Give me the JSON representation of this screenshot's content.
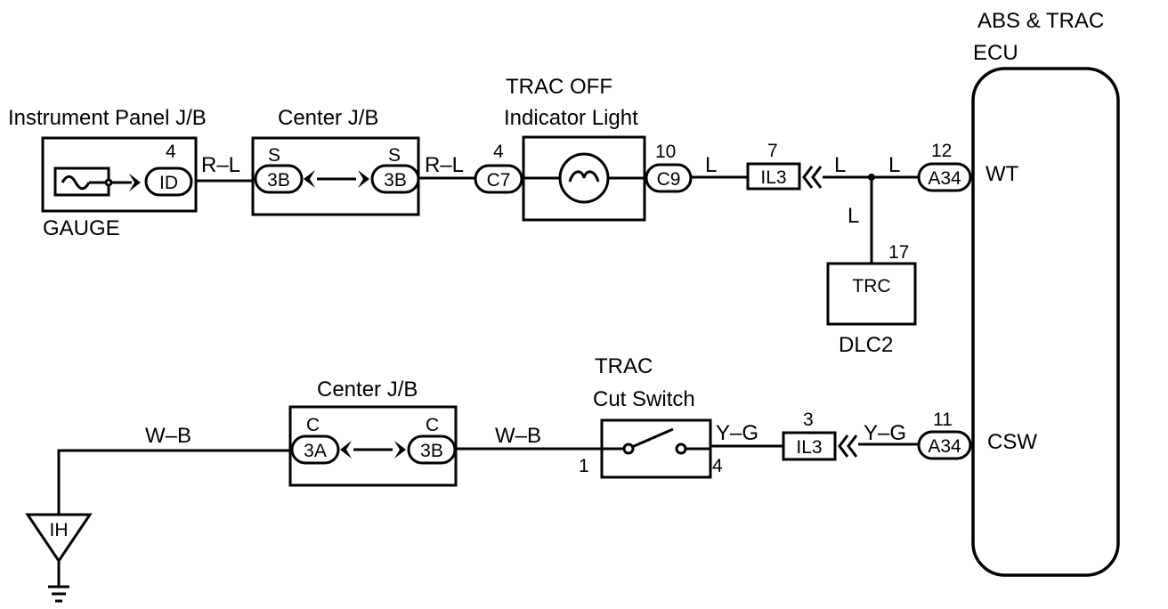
{
  "components": {
    "ecu": {
      "title_line1": "ABS & TRAC",
      "title_line2": "ECU",
      "pin_wt": "WT",
      "pin_csw": "CSW"
    },
    "instrument_panel_jb": {
      "title": "Instrument Panel J/B",
      "sublabel": "GAUGE",
      "connector": "ID",
      "pin": "4"
    },
    "center_jb_top": {
      "title": "Center J/B",
      "left_terminal": "S",
      "right_terminal": "S",
      "left_connector": "3B",
      "right_connector": "3B"
    },
    "trac_off_indicator": {
      "title_line1": "TRAC OFF",
      "title_line2": "Indicator Light",
      "left_connector": "C7",
      "left_pin": "4",
      "right_connector": "C9",
      "right_pin": "10"
    },
    "top_junction_connector": {
      "connector": "IL3",
      "pin": "7"
    },
    "ecu_connector_top": {
      "connector": "A34",
      "pin": "12"
    },
    "dlc2": {
      "title": "DLC2",
      "terminal": "TRC",
      "pin": "17"
    },
    "center_jb_bottom": {
      "title": "Center J/B",
      "left_terminal": "C",
      "right_terminal": "C",
      "left_connector": "3A",
      "right_connector": "3B"
    },
    "trac_cut_switch": {
      "title_line1": "TRAC",
      "title_line2": "Cut Switch",
      "left_pin": "1",
      "right_pin": "4"
    },
    "bottom_junction_connector": {
      "connector": "IL3",
      "pin": "3"
    },
    "ecu_connector_bottom": {
      "connector": "A34",
      "pin": "11"
    },
    "ground": {
      "label": "IH"
    }
  },
  "wires": {
    "gauge_to_center_jb": "R–L",
    "center_jb_to_indicator": "R–L",
    "indicator_to_il3": "L",
    "il3_to_splice": "L",
    "splice_to_ecu": "L",
    "splice_to_dlc2": "L",
    "ground_to_center_jb": "W–B",
    "center_jb_to_switch": "W–B",
    "switch_to_il3": "Y–G",
    "il3_to_ecu": "Y–G"
  }
}
